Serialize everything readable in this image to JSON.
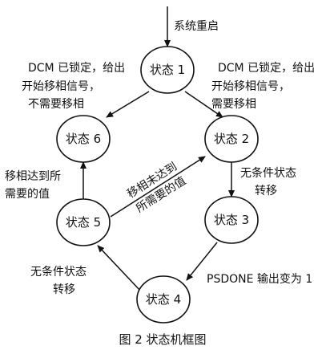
{
  "diagram": {
    "states": {
      "s1": "状态 1",
      "s2": "状态 2",
      "s3": "状态 3",
      "s4": "状态 4",
      "s5": "状态 5",
      "s6": "状态 6"
    },
    "edges": {
      "restart": "系统重启",
      "s1_s6": [
        "DCM 已锁定，给出",
        "开始移相信号，",
        "不需要移相"
      ],
      "s1_s2": [
        "DCM 已锁定，给出",
        "开始移相信号，",
        "需要移相"
      ],
      "s2_s3": [
        "无条件状态",
        "转移"
      ],
      "s3_s4": "PSDONE 输出变为 1",
      "s4_s5": [
        "无条件状态",
        "转移"
      ],
      "s5_s6": [
        "移相达到所",
        "需要的值"
      ],
      "s5_s2": [
        "移相未达到",
        "所需要的值"
      ]
    },
    "caption": "图 2  状态机框图"
  }
}
